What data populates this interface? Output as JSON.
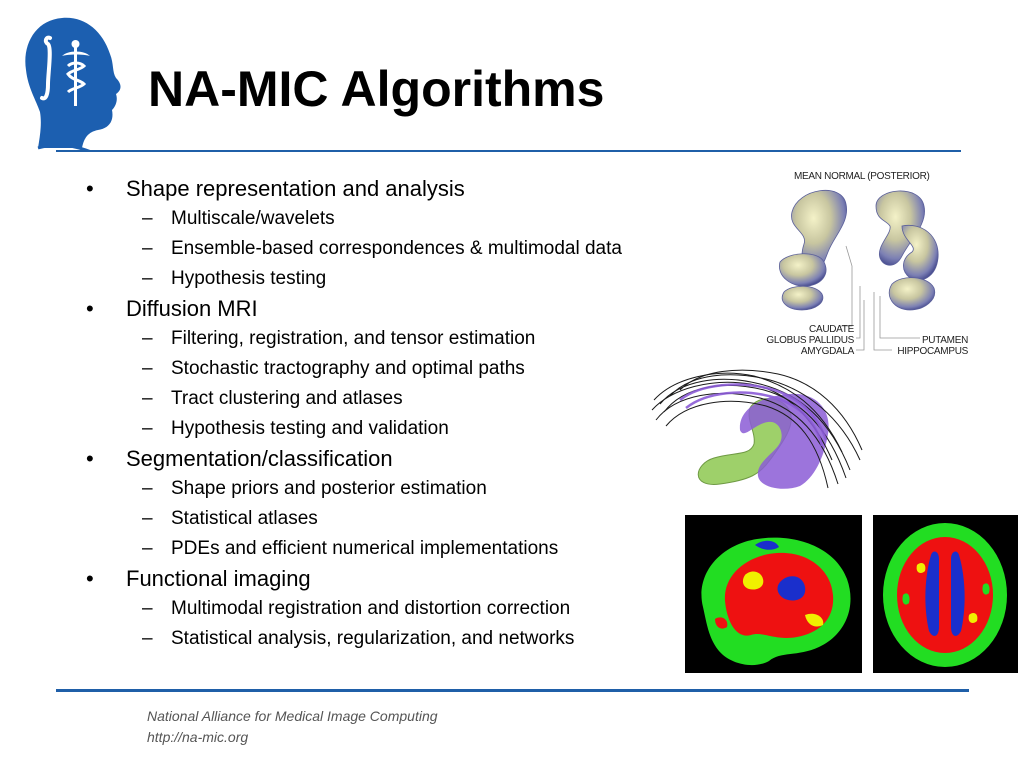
{
  "slide": {
    "title": "NA-MIC Algorithms",
    "bullets": [
      {
        "text": "Shape representation and analysis",
        "subs": [
          "Multiscale/wavelets",
          "Ensemble-based correspondences & multimodal data",
          "Hypothesis testing"
        ]
      },
      {
        "text": "Diffusion MRI",
        "subs": [
          "Filtering, registration, and tensor estimation",
          "Stochastic tractography and optimal paths",
          "Tract clustering and atlases",
          "Hypothesis testing and validation"
        ]
      },
      {
        "text": "Segmentation/classification",
        "subs": [
          "Shape priors and posterior estimation",
          "Statistical atlases",
          "PDEs and efficient numerical implementations"
        ]
      },
      {
        "text": "Functional imaging",
        "subs": [
          "Multimodal registration and distortion correction",
          "Statistical analysis, regularization, and networks"
        ]
      }
    ]
  },
  "figure": {
    "heading": "MEAN NORMAL (POSTERIOR)",
    "labels_left": [
      "CAUDATE",
      "GLOBUS PALLIDUS",
      "AMYGDALA"
    ],
    "labels_right": [
      "PUTAMEN",
      "HIPPOCAMPUS"
    ]
  },
  "footer": {
    "line1": "National Alliance for Medical Image Computing",
    "line2": "http://na-mic.org"
  },
  "colors": {
    "accent": "#1f5fa8",
    "segmentation_green": "#22dd22",
    "segmentation_red": "#ee1111",
    "segmentation_blue": "#1a2fcc",
    "segmentation_yellow": "#f0f000"
  }
}
